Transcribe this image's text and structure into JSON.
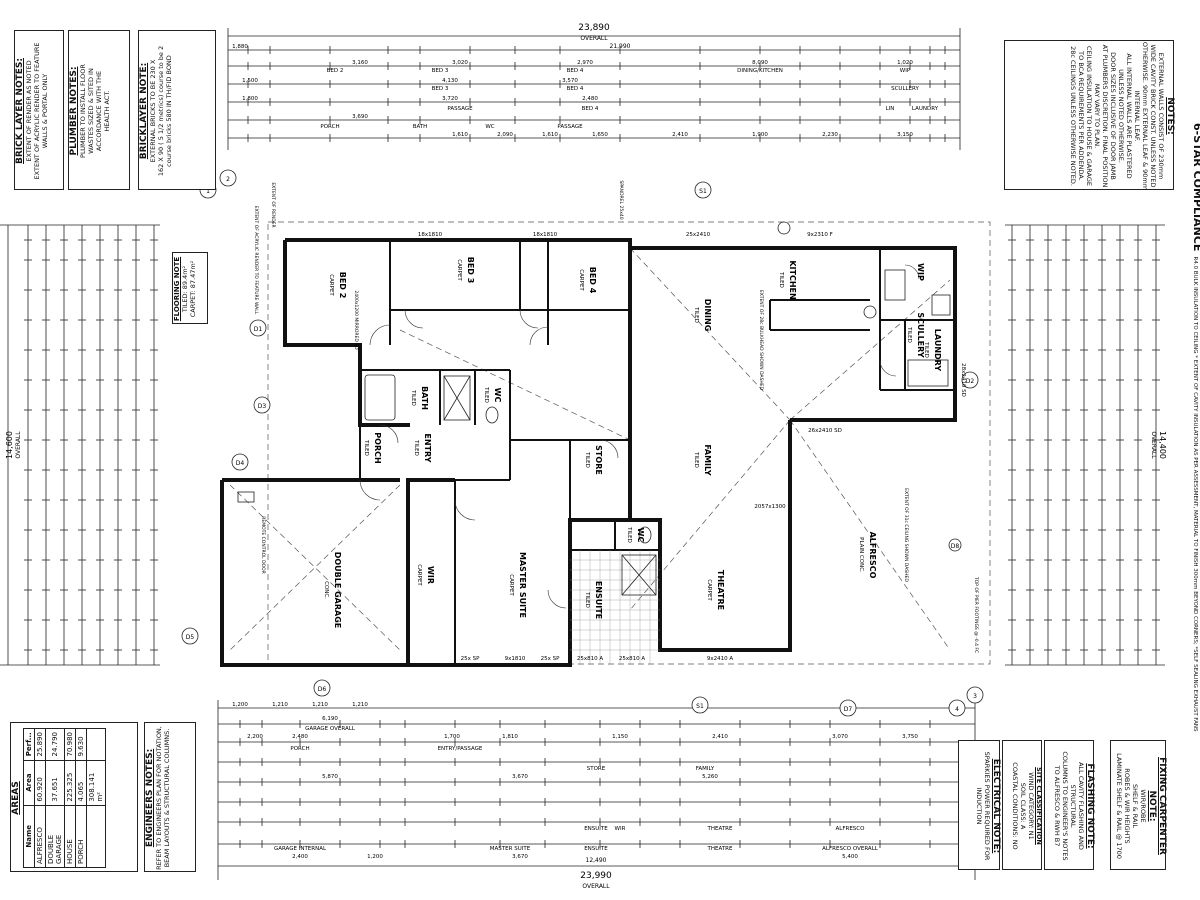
{
  "header": {
    "title": "6-STAR COMPLIANCE",
    "subtitle": "R4.0 BULK INSULATION TO CEILING * EXTENT OF CAVITY INSULATION AS PER ASSESSMENT, MATERIAL TO FINISH 300mm BEYOND CORNERS; *SELF SEALING EXHAUST FANS"
  },
  "overall_dims": {
    "top": "23,890",
    "top_sub": "OVERALL",
    "top_inner": "21,990",
    "bottom": "23,990",
    "bottom_sub": "OVERALL",
    "bottom_inner": "12,490",
    "left": "14,600",
    "left_sub": "OVERALL",
    "right": "14,400",
    "right_sub": "OVERALL"
  },
  "rooms": [
    {
      "name": "BED 2",
      "finish": "CARPET"
    },
    {
      "name": "BED 3",
      "finish": "CARPET"
    },
    {
      "name": "BED 4",
      "finish": "CARPET"
    },
    {
      "name": "DINING",
      "finish": "TILED"
    },
    {
      "name": "KITCHEN",
      "finish": "TILED"
    },
    {
      "name": "WIP",
      "finish": ""
    },
    {
      "name": "SCULLERY",
      "finish": "TILED"
    },
    {
      "name": "LAUNDRY",
      "finish": "TILED"
    },
    {
      "name": "BATH",
      "finish": "TILED"
    },
    {
      "name": "WC",
      "finish": "TILED"
    },
    {
      "name": "PORCH",
      "finish": "TILED"
    },
    {
      "name": "ENTRY",
      "finish": "TILED"
    },
    {
      "name": "STORE",
      "finish": "TILED"
    },
    {
      "name": "FAMILY",
      "finish": "TILED"
    },
    {
      "name": "ALFRESCO",
      "finish": "PLAIN CONC."
    },
    {
      "name": "DOUBLE GARAGE",
      "finish": "CONC."
    },
    {
      "name": "WIR",
      "finish": "CARPET"
    },
    {
      "name": "MASTER SUITE",
      "finish": "CARPET"
    },
    {
      "name": "ENSUITE",
      "finish": "TILED"
    },
    {
      "name": "WC",
      "finish": "TILED"
    },
    {
      "name": "THEATRE",
      "finish": "CARPET"
    }
  ],
  "window_tags": {
    "top": [
      "18x1810",
      "18x1810",
      "25x2410",
      "9x2310 F"
    ],
    "bottom": [
      "25x SP",
      "9x1810",
      "25x SP",
      "25x810 A",
      "25x810 A",
      "9x2410 A"
    ],
    "side": [
      "26x2410 SD",
      "28x2410 SD",
      "2057x1300"
    ]
  },
  "dim_rows_top": [
    {
      "labels": [
        "BED 2",
        "BED 3",
        "BED 4",
        "DINING/KITCHEN",
        "WIP"
      ]
    },
    {
      "labels": [
        "BED 3",
        "BED 4",
        "SCULLERY"
      ]
    },
    {
      "labels": [
        "PASSAGE",
        "BED 4",
        "LIN",
        "LAUNDRY"
      ]
    },
    {
      "labels": [
        "PORCH",
        "BATH",
        "WC",
        "PASSAGE"
      ]
    }
  ],
  "dim_rows_bottom": [
    {
      "labels": [
        "GARAGE OVERALL"
      ]
    },
    {
      "labels": [
        "PORCH",
        "ENTRY/PASSAGE"
      ]
    },
    {
      "labels": [
        "STORE",
        "FAMILY"
      ]
    },
    {
      "labels": [
        "ENSUITE",
        "WIR",
        "THEATRE",
        "ALFRESCO"
      ]
    },
    {
      "labels": [
        "GARAGE INTERNAL",
        "MASTER SUITE",
        "ENSUITE",
        "THEATRE",
        "ALFRESCO OVERALL"
      ]
    }
  ],
  "top_dim_numbers": [
    "1,880",
    "3,160",
    "3,020",
    "2,970",
    "8,090",
    "1,020",
    "1,500",
    "4,130",
    "3,570",
    "1,800",
    "3,720",
    "2,480",
    "3,690",
    "1,610",
    "2,090",
    "1,610",
    "1,650",
    "2,410",
    "1,900",
    "2,230",
    "3,150"
  ],
  "bottom_dim_numbers": [
    "1,200",
    "1,210",
    "1,210",
    "1,210",
    "6,190",
    "2,200",
    "2,480",
    "1,700",
    "1,810",
    "1,150",
    "2,410",
    "3,070",
    "3,750",
    "5,870",
    "3,670",
    "5,260",
    "2,400",
    "1,200",
    "3,670",
    "5,400"
  ],
  "notes": {
    "right": {
      "title": "NOTES:",
      "lines": [
        "EXTERNAL WALLS CONSIST OF 230mm",
        "WIDE CAVITY BRICK CONST. UNLESS NOTED",
        "OTHERWISE. 90mm EXTERNAL LEAF & 90mm",
        "INTERNAL LEAF.",
        "ALL INTERNAL WALLS ARE PLASTERED",
        "UNLESS NOTED OTHERWISE.",
        "DOOR SIZES INCLUSIVE OF DOOR JAMB",
        "AT PLUMBERS DISCRETION. FINAL POSITION",
        "MAY VARY TO PLAN.",
        "CEILING INSULATION TO HOUSE & GARAGE",
        "TO BCA REQUIREMENTS PER ADDENDA.",
        "28c CEILINGS UNLESS OTHERWISE NOTED."
      ]
    },
    "brick": {
      "title": "BRICKLAYER NOTE:",
      "lines": [
        "EXTERNAL BRICKS TO BE 230 X",
        "162 X 90 ( 5 1/2 metrics) course to be 2",
        "course bricks 580 IN TH/FID BOND"
      ]
    },
    "plumber": {
      "title": "PLUMBER NOTES:",
      "lines": [
        "PLUMBER TO INSTALL FLOOR",
        "WASTES SIZED & SITED IN",
        "ACCORDANCE WITH THE",
        "HEALTH ACT."
      ]
    },
    "bricklayer": {
      "title": "BRICK LAYER NOTES:",
      "lines": [
        "EXTENT OF RENDER AS NOTED",
        "EXTENT OF ACRYLIC RENDER TO FEATURE",
        "WALLS & PORTAL ONLY"
      ]
    },
    "flooring": {
      "title": "FLOORING NOTE",
      "lines": [
        "TILED: 89.4m²",
        "CARPET: 87.47m²"
      ]
    },
    "engineer": {
      "title": "ENGINEERS NOTES:",
      "lines": [
        "REFER TO ENGINEERS PLAN FOR NOTATION,",
        "BEAM LAYOUTS & STRUCTURAL COLUMNS."
      ]
    },
    "electrical": {
      "title": "ELECTRICAL NOTE:",
      "lines": [
        "SPARKIES POWER REQUIRED FOR",
        "INDUCTION"
      ]
    },
    "flashing": {
      "title": "FLASHING NOTE:",
      "lines": [
        "ALL CAVITY FLASHING AND STRUCTURAL",
        "COLUMNS TO ENGINEER'S NOTES",
        "TO ALFRESCO & RWH B7"
      ]
    },
    "site": {
      "title": "SITE CLASSIFICATION",
      "lines": [
        "WIND CATEGORY: N1",
        "SOIL CLASS: A",
        "COASTAL CONDITIONS: NO"
      ]
    },
    "carpenter": {
      "title": "FIXING CARPENTER NOTE:",
      "lines": [
        "WIR/ROBE",
        "SHELF & RAIL",
        "ROBES & WIR HEIGHTS",
        "LAMINATE SHELF & RAIL @ 1700"
      ]
    }
  },
  "areas": {
    "title": "AREAS",
    "headers": [
      "Name",
      "Area",
      "Perf..."
    ],
    "rows": [
      [
        "ALFRESCO",
        "60.920",
        "25.890"
      ],
      [
        "DOUBLE GARAGE",
        "37.651",
        "24.790"
      ],
      [
        "HOUSE",
        "225.325",
        "70.980"
      ],
      [
        "PORCH",
        "4.065",
        "9.630"
      ]
    ],
    "total": "308.141 m²"
  },
  "grid_markers": [
    "1",
    "2",
    "3",
    "4",
    "S1",
    "S1",
    "D1",
    "D2",
    "D3",
    "D4",
    "D5",
    "D6",
    "D7",
    "D8"
  ],
  "annotations": [
    "SPANDREL 25x40",
    "EXTENT OF RENDER",
    "EXTENT OF ACRYLIC RENDER TO FEATURE WALL",
    "EXTENT OF 28c BULKHEAD SHOWN DASHED",
    "TOP OF PIER FOOTINGS @ -0.4 FC",
    "REMOTE CONTROL DOOR",
    "EXTENT OF 31c CEILING SHOWN DASHED",
    "2400x1200 MIRRORED SD"
  ]
}
